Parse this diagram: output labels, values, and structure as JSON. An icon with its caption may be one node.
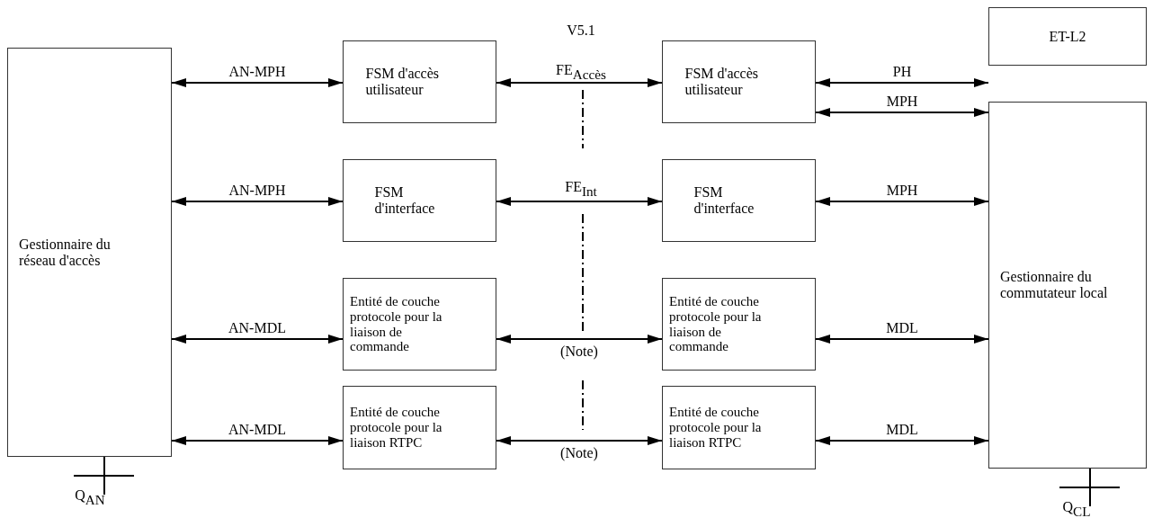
{
  "diagram": {
    "nodes": [
      {
        "text": [
          "Gestionnaire du réseau d'accès"
        ]
      },
      {
        "text": [
          "FSM d'accès utilisateur"
        ]
      },
      {
        "text": [
          "FSM d'interface"
        ]
      },
      {
        "text": [
          "Entité de couche protocole pour la liaison de commande"
        ]
      },
      {
        "text": [
          "Entité de couche protocole pour la liaison RTPC"
        ]
      },
      {
        "text": [
          "FSM d'accès utilisateur"
        ]
      },
      {
        "text": [
          "FSM d'interface"
        ]
      },
      {
        "text": [
          "Entité de couche protocole pour la liaison de commande"
        ]
      },
      {
        "text": [
          "Entité de couche protocole pour la liaison RTPC"
        ]
      },
      {
        "text": [
          "ET-L2"
        ]
      },
      {
        "text": [
          "Gestionnaire du commutateur local"
        ]
      }
    ],
    "edges": [
      {
        "from": 0,
        "to": 1,
        "arrow": "both",
        "label": "AN-MPH"
      },
      {
        "from": 1,
        "to": 5,
        "arrow": "both",
        "label": "FE$_{Accès}$"
      },
      {
        "from": 0,
        "to": 2,
        "arrow": "both",
        "label": "AN-MPH"
      },
      {
        "from": 2,
        "to": 6,
        "arrow": "both",
        "label": "FE$_{Int}$"
      },
      {
        "from": 0,
        "to": 3,
        "arrow": "both",
        "label": "AN-MDL"
      },
      {
        "from": 3,
        "to": 7,
        "arrow": "both",
        "label": "(Note)"
      },
      {
        "from": 0,
        "to": 4,
        "arrow": "both",
        "label": "AN-MDL"
      },
      {
        "from": 4,
        "to": 8,
        "arrow": "both",
        "label": "(Note)"
      },
      {
        "from": 5,
        "to": 9,
        "arrow": "both",
        "label": "PH"
      },
      {
        "from": 5,
        "to": 10,
        "arrow": "both",
        "label": "MPH"
      },
      {
        "from": 6,
        "to": 10,
        "arrow": "both",
        "label": "MPH"
      },
      {
        "from": 7,
        "to": 10,
        "arrow": "both",
        "label": "MDL"
      },
      {
        "from": 8,
        "to": 10,
        "arrow": "both",
        "label": "MDL"
      }
    ],
    "labels": [
      "V5.1",
      "Q$_{AN}$",
      "Q$_{CL}$"
    ]
  }
}
